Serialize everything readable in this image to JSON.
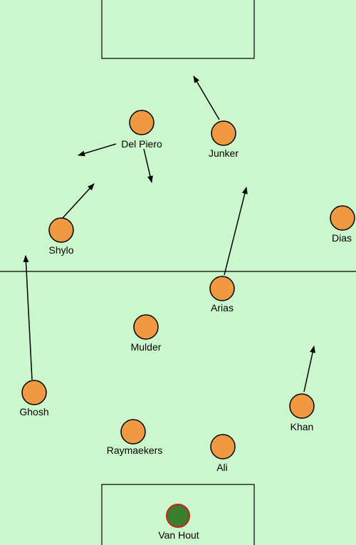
{
  "colors": {
    "pitch": "#ccf7cc",
    "line": "#000000",
    "player_fill": "#ef9a40",
    "keeper_fill": "#3a7d2a",
    "keeper_stroke": "#cc1f1f"
  },
  "players": [
    {
      "id": "del-piero",
      "name": "Del Piero"
    },
    {
      "id": "junker",
      "name": "Junker"
    },
    {
      "id": "shylo",
      "name": "Shylo"
    },
    {
      "id": "dias",
      "name": "Dias"
    },
    {
      "id": "arias",
      "name": "Arias"
    },
    {
      "id": "mulder",
      "name": "Mulder"
    },
    {
      "id": "ghosh",
      "name": "Ghosh"
    },
    {
      "id": "khan",
      "name": "Khan"
    },
    {
      "id": "raymaekers",
      "name": "Raymaekers"
    },
    {
      "id": "ali",
      "name": "Ali"
    },
    {
      "id": "van-hout",
      "name": "Van Hout"
    }
  ]
}
